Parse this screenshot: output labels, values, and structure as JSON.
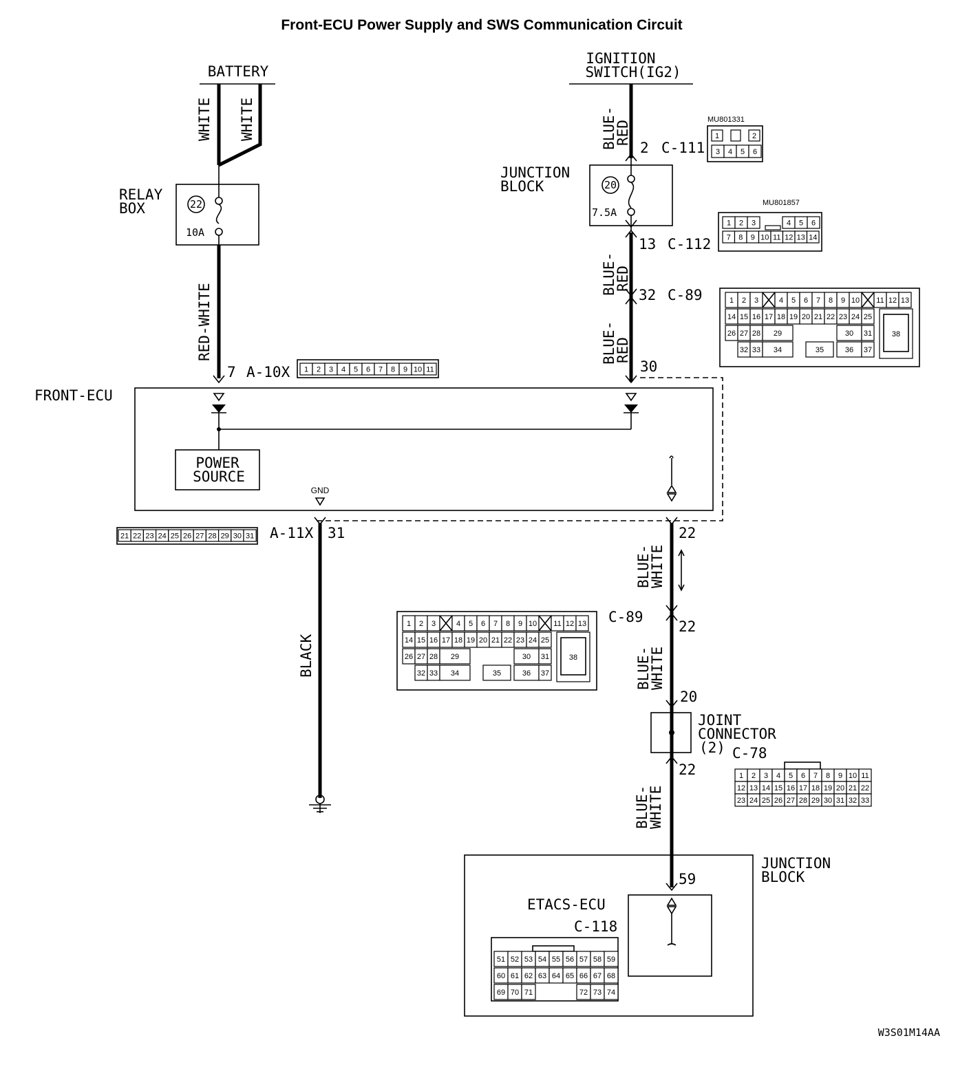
{
  "title": "Front-ECU Power Supply and SWS Communication Circuit",
  "figure_code": "W3S01M14AA",
  "sources": {
    "battery": "BATTERY",
    "ignition_line1": "IGNITION",
    "ignition_line2": "SWITCH(IG2)"
  },
  "wire_colors": {
    "white": "WHITE",
    "red_white": "RED-WHITE",
    "blue_red_a": "BLUE-",
    "blue_red_b": "RED",
    "blue_white_a": "BLUE-",
    "blue_white_b": "WHITE",
    "black": "BLACK"
  },
  "relay_box": {
    "line1": "RELAY",
    "line2": "BOX",
    "fuse_no": "22",
    "rating": "10A"
  },
  "junction_block_upper": {
    "line1": "JUNCTION",
    "line2": "BLOCK",
    "fuse_no": "20",
    "rating": "7.5A"
  },
  "connectors": {
    "c111": {
      "pin": "2",
      "name": "C-111",
      "part": "MU801331"
    },
    "c112": {
      "pin": "13",
      "name": "C-112",
      "part": "MU801857"
    },
    "c89_upper": {
      "pin": "32",
      "name": "C-89"
    },
    "front_ecu_pin30": "30",
    "a10x": {
      "pin": "7",
      "name": "A-10X"
    },
    "a11x": {
      "name": "A-11X",
      "pin": "31"
    },
    "c89_lower": {
      "name": "C-89"
    },
    "c78": {
      "name": "C-78"
    },
    "c118": {
      "name": "C-118"
    }
  },
  "pins": {
    "p22_ecu": "22",
    "p22_c89": "22",
    "p20_joint": "20",
    "p22_joint": "22",
    "p59": "59"
  },
  "front_ecu": {
    "label": "FRONT-ECU",
    "power_line1": "POWER",
    "power_line2": "SOURCE",
    "gnd": "GND"
  },
  "joint_connector": {
    "line1": "JOINT",
    "line2": "CONNECTOR",
    "line3": "(2)"
  },
  "junction_block_lower": {
    "line1": "JUNCTION",
    "line2": "BLOCK",
    "etacs": "ETACS-ECU"
  },
  "connector_faces": {
    "c111_top": [
      "1",
      "2"
    ],
    "c111_bottom": [
      "3",
      "4",
      "5",
      "6"
    ],
    "c112_top": [
      "1",
      "2",
      "3",
      "4",
      "5",
      "6"
    ],
    "c112_bottom": [
      "7",
      "8",
      "9",
      "10",
      "11",
      "12",
      "13",
      "14"
    ],
    "a10x": [
      "1",
      "2",
      "3",
      "4",
      "5",
      "6",
      "7",
      "8",
      "9",
      "10",
      "11"
    ],
    "a11x": [
      "21",
      "22",
      "23",
      "24",
      "25",
      "26",
      "27",
      "28",
      "29",
      "30",
      "31"
    ],
    "c89_row1": [
      "1",
      "2",
      "3",
      "4",
      "5",
      "6",
      "7",
      "8",
      "9",
      "10",
      "11",
      "12",
      "13"
    ],
    "c89_row2": [
      "14",
      "15",
      "16",
      "17",
      "18",
      "19",
      "20",
      "21",
      "22",
      "23",
      "24",
      "25"
    ],
    "c89_row3": [
      "26",
      "27",
      "28",
      "29",
      "30",
      "31"
    ],
    "c89_row4": [
      "32",
      "33",
      "34",
      "35",
      "36",
      "37"
    ],
    "c89_big": "38",
    "c78_row1": [
      "1",
      "2",
      "3",
      "4",
      "5",
      "6",
      "7",
      "8",
      "9",
      "10",
      "11"
    ],
    "c78_row2": [
      "12",
      "13",
      "14",
      "15",
      "16",
      "17",
      "18",
      "19",
      "20",
      "21",
      "22"
    ],
    "c78_row3": [
      "23",
      "24",
      "25",
      "26",
      "27",
      "28",
      "29",
      "30",
      "31",
      "32",
      "33"
    ],
    "c118_row1": [
      "51",
      "52",
      "53",
      "54",
      "55",
      "56",
      "57",
      "58",
      "59"
    ],
    "c118_row2": [
      "60",
      "61",
      "62",
      "63",
      "64",
      "65",
      "66",
      "67",
      "68"
    ],
    "c118_row3a": [
      "69",
      "70",
      "71"
    ],
    "c118_row3b": [
      "72",
      "73",
      "74"
    ]
  }
}
